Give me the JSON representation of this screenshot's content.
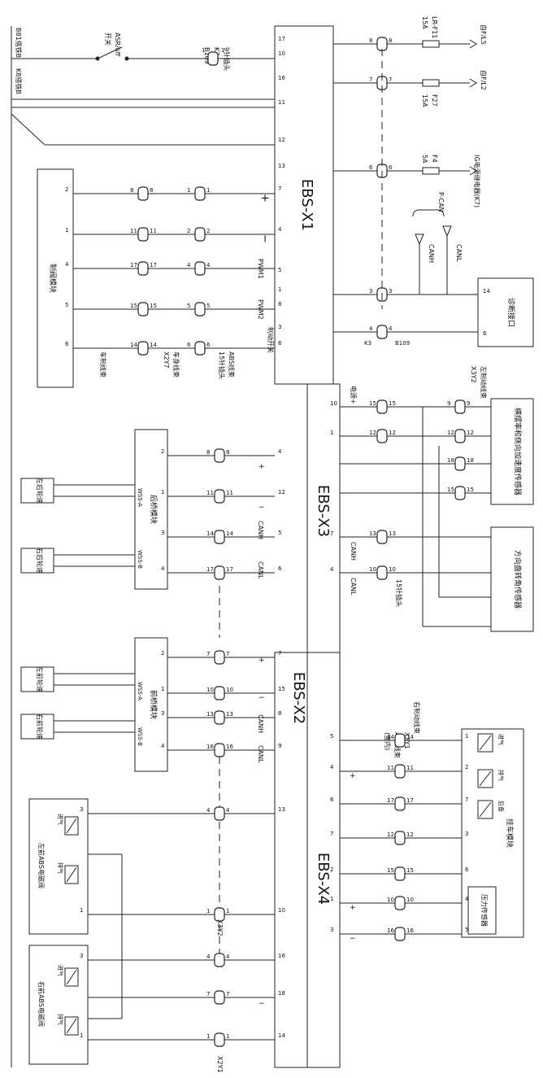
{
  "ecu_blocks": {
    "x1": "EBS-X1",
    "x3": "EBS-X3",
    "x2": "EBS-X2",
    "x4": "EBS-X4"
  },
  "left_edge": {
    "b81": "B81搭铁B",
    "k8": "K8搭铁B",
    "asr": "ASR/off",
    "kaiguan": "开关"
  },
  "x1_pins": [
    "17",
    "16",
    "10",
    "11",
    "12",
    "13",
    "7",
    "4",
    "5",
    "8",
    "6",
    "1",
    "3"
  ],
  "x1_conn_labels": {
    "k3": "K3",
    "b109": "B109",
    "harness9": "9针插头",
    "pwm1": "PWM1",
    "pwm2": "PWM2",
    "brake_switch": "制动开关",
    "abs_harness": "ABS线束",
    "harness15": "15针插头",
    "body_harness": "车身线束",
    "x2y7": "X2Y7",
    "chassis_harness": "车制线束",
    "plus": "+",
    "minus": "−"
  },
  "modulator": "制阀模块",
  "fuses": [
    {
      "name": "LR-F11",
      "rating": "15A",
      "dest": "自F/L5"
    },
    {
      "name": "F27",
      "rating": "15A",
      "dest": "自F/L2"
    },
    {
      "name": "F4",
      "rating": "5A",
      "dest": "IG电源继电器(K7)"
    }
  ],
  "pcan": {
    "bus": "P-CAN",
    "canh": "CANH",
    "canl": "CANL"
  },
  "diag": {
    "label": "诊断接口",
    "pin14": "14",
    "pin6": "6"
  },
  "x3": {
    "pins": [
      "10",
      "1",
      "7",
      "4"
    ],
    "power_plus": "电源+",
    "canh": "CANH",
    "canl": "CANL",
    "harness15": "15针插头",
    "x3y2": "X3Y2",
    "left_brake": "左制动线束",
    "yaw_sensor": "横摆率和侧向加速度传感器",
    "steer_sensor": "方向盘转角传感器"
  },
  "rear_axle": {
    "label": "后桥模块",
    "wss_a": "WSS-A",
    "wss_b": "WSS-B",
    "left_wheel": "左后轮速",
    "right_wheel": "右后轮速",
    "pins": [
      "4",
      "12",
      "5",
      "6"
    ],
    "canh": "CANH",
    "canl": "CANL"
  },
  "front_axle": {
    "label": "前桥模块",
    "wss_a": "WSS-A",
    "wss_b": "WSS-B",
    "left_wheel": "左前轮速",
    "right_wheel": "右前轮速",
    "pins": [
      "7",
      "15",
      "8",
      "9"
    ],
    "canh": "CANH",
    "canl": "CANL"
  },
  "x2_valves": {
    "left_label": "左前ABS电磁阀",
    "right_label": "右前ABS电磁阀",
    "inlet": "进气",
    "outlet": "排气",
    "x3y2": "X3Y2",
    "x2y1": "X2Y1",
    "pins": [
      "13",
      "10",
      "16",
      "18",
      "14"
    ]
  },
  "x4": {
    "pins": [
      "5",
      "4",
      "6",
      "7",
      "2",
      "1",
      "3"
    ],
    "trailer": "挂车模块",
    "pressure": "压力传感器",
    "inlet": "进气",
    "outlet": "排气",
    "backup": "后备",
    "x2y1": "X2Y1",
    "abs_harness": "ABS线束",
    "indoor": "(室内)",
    "right_brake": "右制动线束"
  }
}
